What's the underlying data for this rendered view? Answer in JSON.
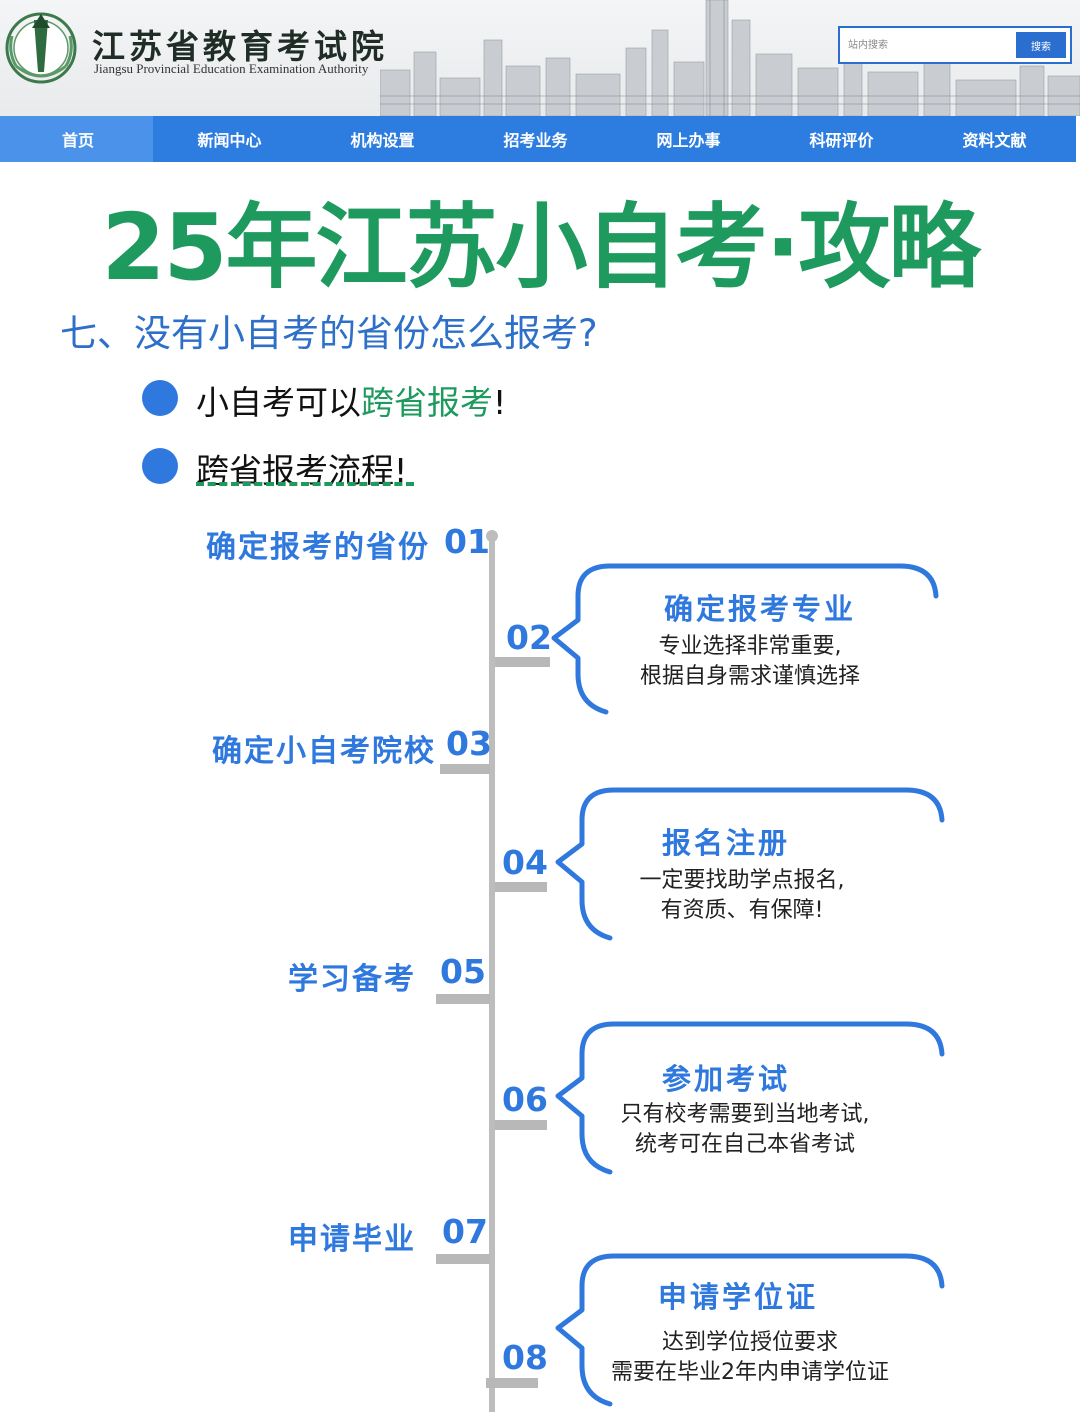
{
  "header": {
    "site_name_cn": "江苏省教育考试院",
    "site_name_en": "Jiangsu Provincial Education Examination Authority",
    "search": {
      "placeholder": "站内搜索",
      "button_label": "搜索"
    }
  },
  "nav": {
    "items": [
      {
        "label": "首页",
        "active": true
      },
      {
        "label": "新闻中心"
      },
      {
        "label": "机构设置"
      },
      {
        "label": "招考业务"
      },
      {
        "label": "网上办事"
      },
      {
        "label": "科研评价"
      },
      {
        "label": "资料文献"
      }
    ]
  },
  "content": {
    "headline": "25年江苏小自考·攻略",
    "question": "七、没有小自考的省份怎么报考?",
    "bullets": [
      {
        "prefix": "小自考可以",
        "highlight": "跨省报考",
        "suffix": "!"
      },
      {
        "text": "跨省报考流程",
        "suffix": "!"
      }
    ]
  },
  "timeline": {
    "steps": [
      {
        "num": "01",
        "label": "确定报考的省份"
      },
      {
        "num": "02",
        "title": "确定报考专业",
        "desc_line1": "专业选择非常重要,",
        "desc_line2": "根据自身需求谨慎选择"
      },
      {
        "num": "03",
        "label": "确定小自考院校"
      },
      {
        "num": "04",
        "title": "报名注册",
        "desc_line1": "一定要找助学点报名,",
        "desc_line2": "有资质、有保障!"
      },
      {
        "num": "05",
        "label": "学习备考"
      },
      {
        "num": "06",
        "title": "参加考试",
        "desc_line1": "只有校考需要到当地考试,",
        "desc_line2": "统考可在自己本省考试"
      },
      {
        "num": "07",
        "label": "申请毕业"
      },
      {
        "num": "08",
        "title": "申请学位证",
        "desc_line1": "达到学位授位要求",
        "desc_line2": "需要在毕业2年内申请学位证"
      }
    ]
  },
  "colors": {
    "accent_blue": "#2f78de",
    "nav_blue": "#2d7de0",
    "headline_green": "#1e9a5e",
    "timeline_gray": "#bdbdbd"
  },
  "icons": {
    "logo": "jiangsu-exam-emblem-icon",
    "bullet": "blue-dot-icon"
  }
}
